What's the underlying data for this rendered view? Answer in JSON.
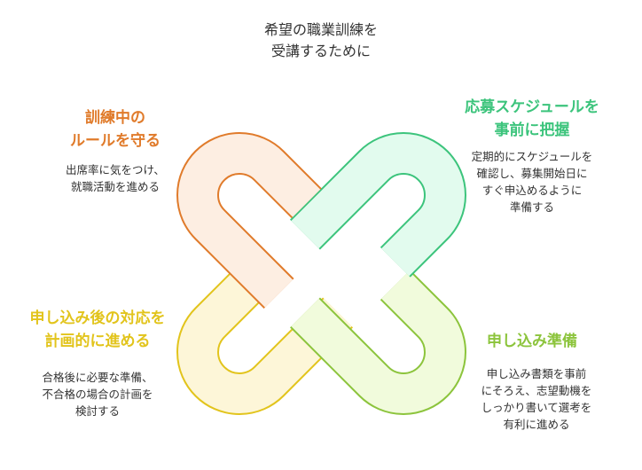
{
  "title": "希望の職業訓練を\n受講するために",
  "items": [
    {
      "heading": "訓練中の\nルールを守る",
      "desc": "出席率に気をつけ、\n就職活動を進める",
      "color": "#e07b2b",
      "fill": "#fdeee2"
    },
    {
      "heading": "応募スケジュールを\n事前に把握",
      "desc": "定期的にスケジュールを\n確認し、募集開始日に\nすぐ申込めるように\n準備する",
      "color": "#3cc47c",
      "fill": "#e2fbee"
    },
    {
      "heading": "申し込み後の対応を\n計画的に進める",
      "desc": "合格後に必要な準備、\n不合格の場合の計画を\n検討する",
      "color": "#e2c41c",
      "fill": "#fdf6d8"
    },
    {
      "heading": "申し込み準備",
      "desc": "申し込み書類を事前\nにそろえ、志望動機を\nしっかり書いて選考を\n有利に進める",
      "color": "#8cc43c",
      "fill": "#f1fbdc"
    }
  ]
}
